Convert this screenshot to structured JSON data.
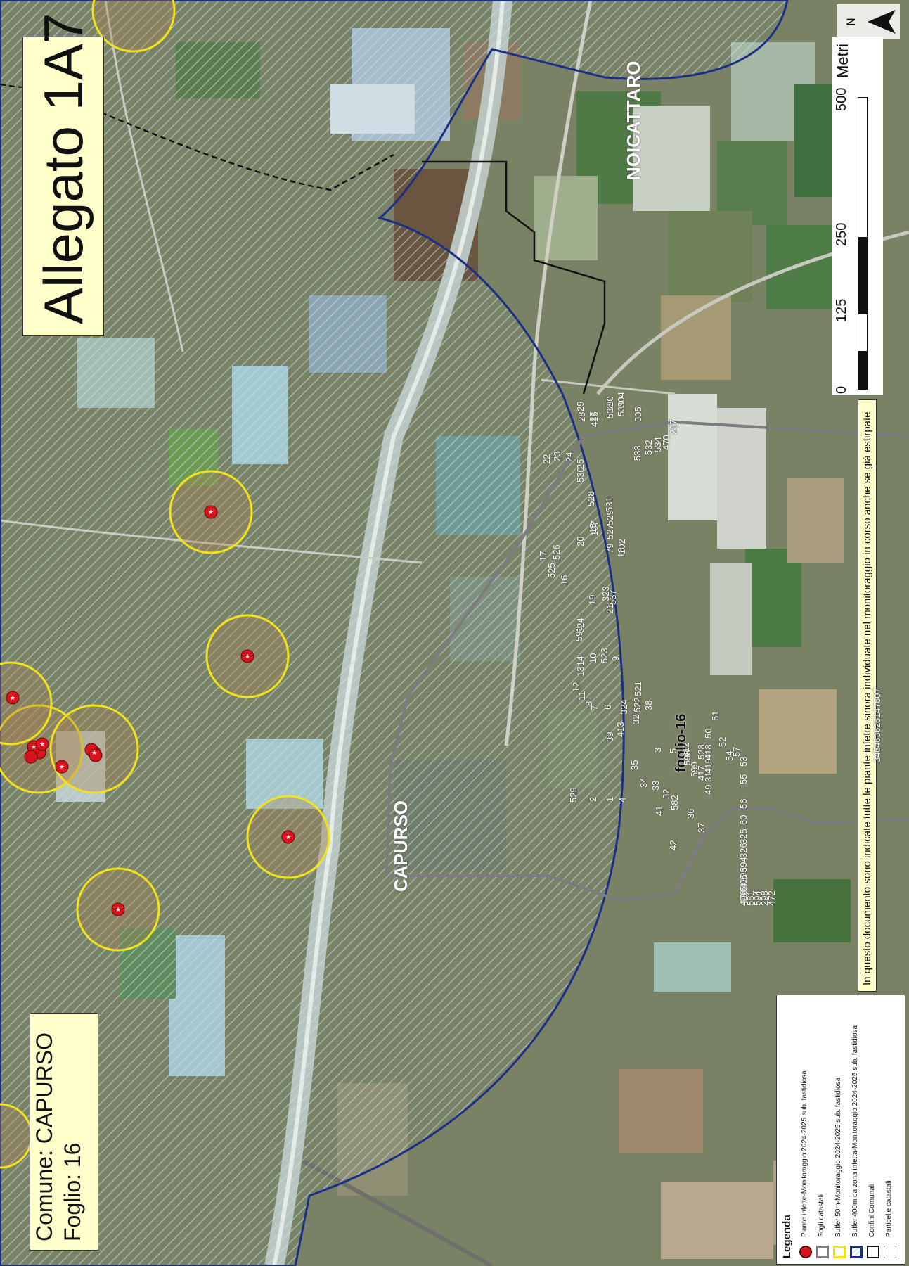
{
  "title": "Allegato 1A7",
  "comune_label": "Comune: CAPURSO",
  "foglio_label": "Foglio: 16",
  "note": "In questo documento sono indicate tutte le piante infette sinora individuate nel monitoraggio in corso anche se già estirpate",
  "legend": {
    "title": "Legenda",
    "items": [
      {
        "label": "Piante infette-Monitoraggio 2024-2025 sub. fastidiosa",
        "icon": "red-star-marker-icon"
      },
      {
        "label": "Fogli catastali",
        "icon": "grey-outline-swatch"
      },
      {
        "label": "Buffer 50m-Monitoraggio 2024-2025 sub. fastidiosa",
        "icon": "yellow-outline-swatch"
      },
      {
        "label": "Buffer 400m da zona infetta-Monitoraggio 2024-2025 sub. fastidiosa",
        "icon": "blue-hatched-swatch"
      },
      {
        "label": "Confini Comunali",
        "icon": "black-outline-swatch"
      },
      {
        "label": "Particelle catastali",
        "icon": "thin-black-outline-swatch"
      }
    ]
  },
  "scale_bar": {
    "ticks": [
      "0",
      "125",
      "250",
      "500"
    ],
    "units": "Metri"
  },
  "north_arrow": {
    "label": "N",
    "icon": "north-arrow-icon"
  },
  "place_labels": {
    "capurso": "CAPURSO",
    "noicattaro": "NOICATTARO",
    "foglio": "foglio-16"
  },
  "parcel_labels": [
    "29",
    "27",
    "28",
    "130",
    "416",
    "538",
    "539",
    "304",
    "305",
    "237",
    "533",
    "532",
    "534",
    "470",
    "25",
    "24",
    "23",
    "22",
    "530",
    "528",
    "531",
    "529",
    "107",
    "15",
    "527",
    "79",
    "102",
    "20",
    "17",
    "526",
    "525",
    "16",
    "18",
    "537",
    "323",
    "19",
    "21",
    "524",
    "593",
    "9",
    "523",
    "10",
    "14",
    "13",
    "12",
    "11",
    "8",
    "7",
    "6",
    "324",
    "522",
    "521",
    "38",
    "39",
    "413",
    "327",
    "3",
    "5",
    "412",
    "528",
    "529",
    "2",
    "1",
    "4",
    "35",
    "34",
    "33",
    "32",
    "41",
    "582",
    "36",
    "37",
    "42",
    "598",
    "599",
    "417",
    "418",
    "419",
    "31",
    "49",
    "50",
    "51",
    "52",
    "54",
    "57",
    "53",
    "55",
    "56",
    "60",
    "325",
    "326",
    "394",
    "395",
    "396",
    "44",
    "45",
    "46",
    "43",
    "47",
    "40",
    "581",
    "594",
    "298",
    "472",
    "607",
    "47",
    "61",
    "62",
    "63",
    "64",
    "347"
  ],
  "infected_plants_count": 13,
  "colors": {
    "buffer_400m": "#1c2f86",
    "buffer_50m": "#f2e318",
    "infected_marker": "#d9131b",
    "fogli_catastali": "#7c7c80",
    "title_bg": "#ffffcc"
  }
}
